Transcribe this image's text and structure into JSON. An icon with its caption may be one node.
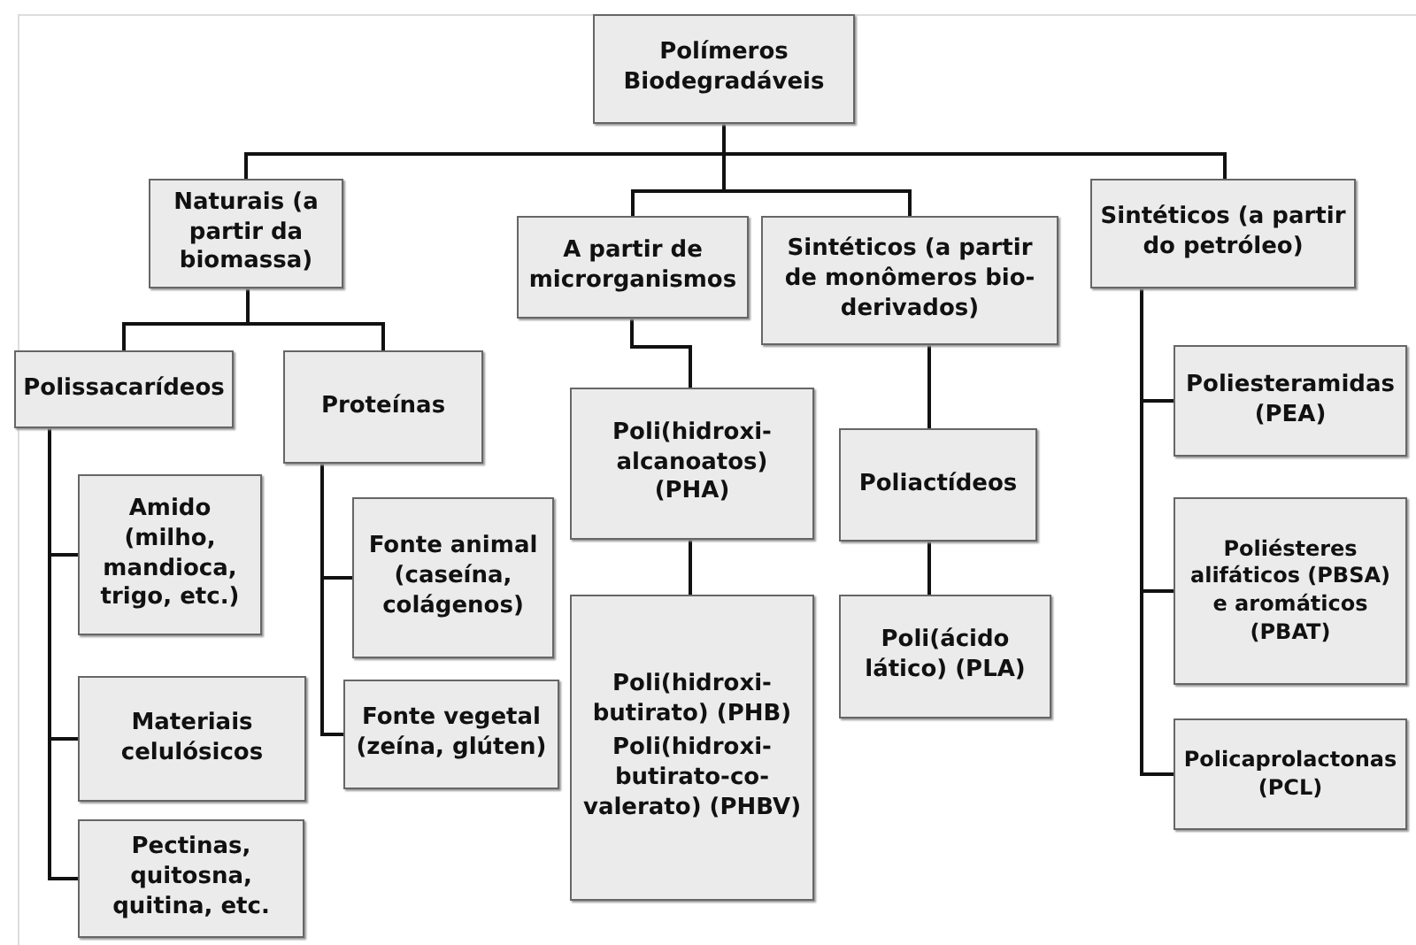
{
  "diagram": {
    "nodes": [
      {
        "text": [
          "Polímeros Biodegradáveis"
        ]
      },
      {
        "text": [
          "Naturais (a partir da biomassa)"
        ]
      },
      {
        "text": [
          "A partir de microrganismos"
        ]
      },
      {
        "text": [
          "Sintéticos (a partir de monômeros bio-derivados)"
        ]
      },
      {
        "text": [
          "Sintéticos (a partir do petróleo)"
        ]
      },
      {
        "text": [
          "Polissacarídeos"
        ]
      },
      {
        "text": [
          "Proteínas"
        ]
      },
      {
        "text": [
          "Amido (milho, mandioca, trigo, etc.)"
        ]
      },
      {
        "text": [
          "Materiais celulósicos"
        ]
      },
      {
        "text": [
          "Pectinas, quitosna, quitina, etc."
        ]
      },
      {
        "text": [
          "Fonte animal (caseína, colágenos)"
        ]
      },
      {
        "text": [
          "Fonte vegetal (zeína, glúten)"
        ]
      },
      {
        "text": [
          "Poli(hidroxi-alcanoatos) (PHA)"
        ]
      },
      {
        "text": [
          "Poli(hidroxi-butirato) (PHB)",
          "Poli(hidroxi-butirato-co-valerato) (PHBV)"
        ]
      },
      {
        "text": [
          "Poliactídeos"
        ]
      },
      {
        "text": [
          "Poli(ácido lático) (PLA)"
        ]
      },
      {
        "text": [
          "Poliesteramidas (PEA)"
        ]
      },
      {
        "text": [
          "Poliésteres alifáticos (PBSA) e aromáticos (PBAT)"
        ]
      },
      {
        "text": [
          "Policaprolactonas (PCL)"
        ]
      }
    ],
    "edges": [
      {
        "from": 0,
        "to": 1,
        "arrow": "none"
      },
      {
        "from": 0,
        "to": 2,
        "arrow": "none"
      },
      {
        "from": 0,
        "to": 3,
        "arrow": "none"
      },
      {
        "from": 0,
        "to": 4,
        "arrow": "none"
      },
      {
        "from": 1,
        "to": 5,
        "arrow": "none"
      },
      {
        "from": 1,
        "to": 6,
        "arrow": "none"
      },
      {
        "from": 5,
        "to": 7,
        "arrow": "none"
      },
      {
        "from": 5,
        "to": 8,
        "arrow": "none"
      },
      {
        "from": 5,
        "to": 9,
        "arrow": "none"
      },
      {
        "from": 6,
        "to": 10,
        "arrow": "none"
      },
      {
        "from": 6,
        "to": 11,
        "arrow": "none"
      },
      {
        "from": 2,
        "to": 12,
        "arrow": "none"
      },
      {
        "from": 12,
        "to": 13,
        "arrow": "none"
      },
      {
        "from": 3,
        "to": 14,
        "arrow": "none"
      },
      {
        "from": 14,
        "to": 15,
        "arrow": "none"
      },
      {
        "from": 4,
        "to": 16,
        "arrow": "none"
      },
      {
        "from": 4,
        "to": 17,
        "arrow": "none"
      },
      {
        "from": 4,
        "to": 18,
        "arrow": "none"
      }
    ]
  }
}
